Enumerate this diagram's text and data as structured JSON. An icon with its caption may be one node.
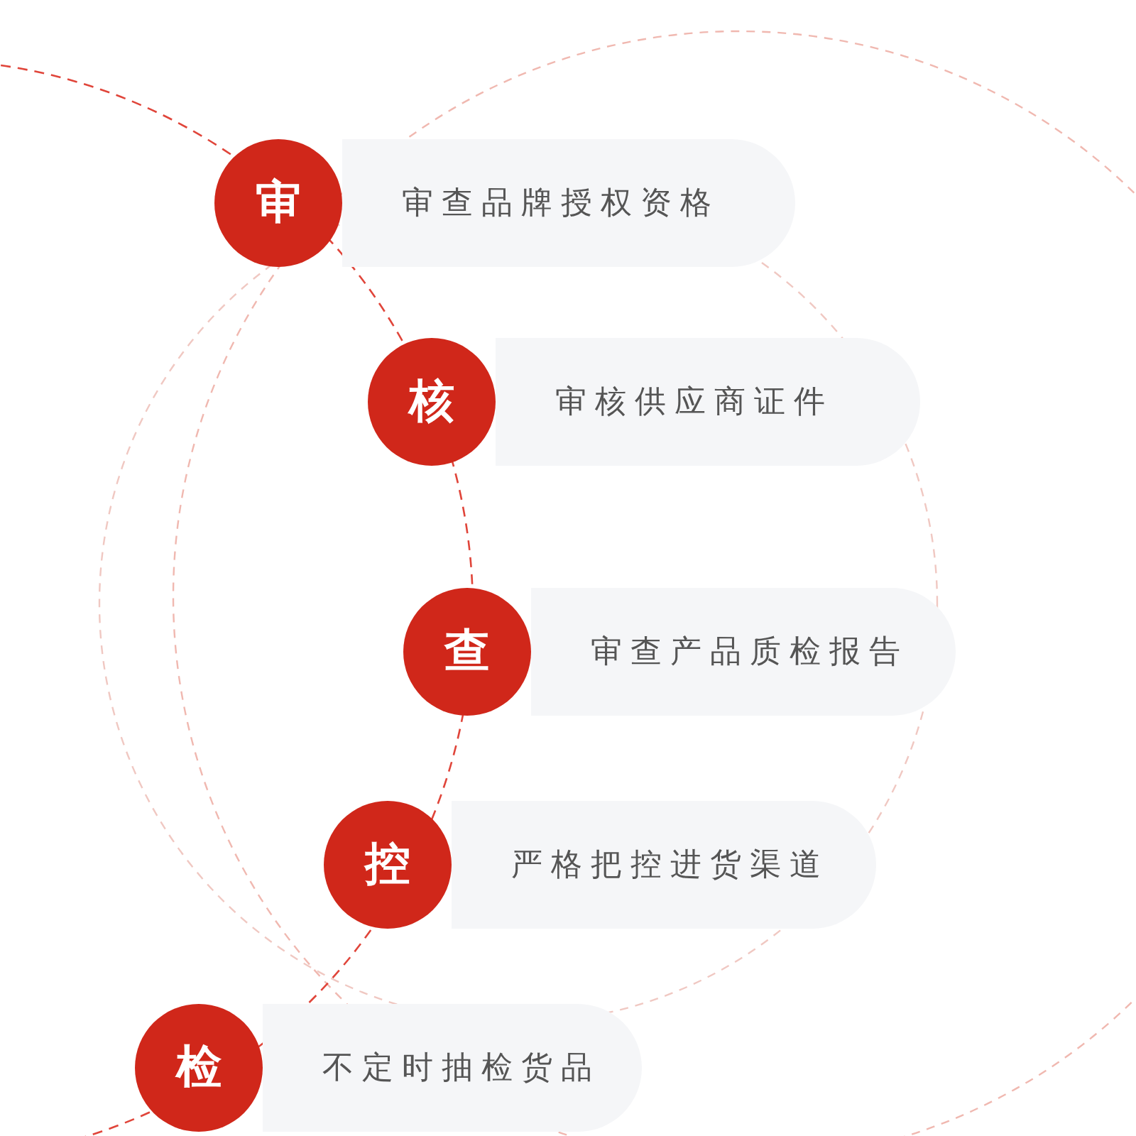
{
  "diagram": {
    "nodes": [
      {
        "text": [
          "审"
        ]
      },
      {
        "text": [
          "审查品牌授权资格"
        ]
      },
      {
        "text": [
          "核"
        ]
      },
      {
        "text": [
          "审核供应商证件"
        ]
      },
      {
        "text": [
          "查"
        ]
      },
      {
        "text": [
          "审查产品质检报告"
        ]
      },
      {
        "text": [
          "控"
        ]
      },
      {
        "text": [
          "严格把控进货渠道"
        ]
      },
      {
        "text": [
          "检"
        ]
      },
      {
        "text": [
          "不定时抽检货品"
        ]
      }
    ]
  }
}
